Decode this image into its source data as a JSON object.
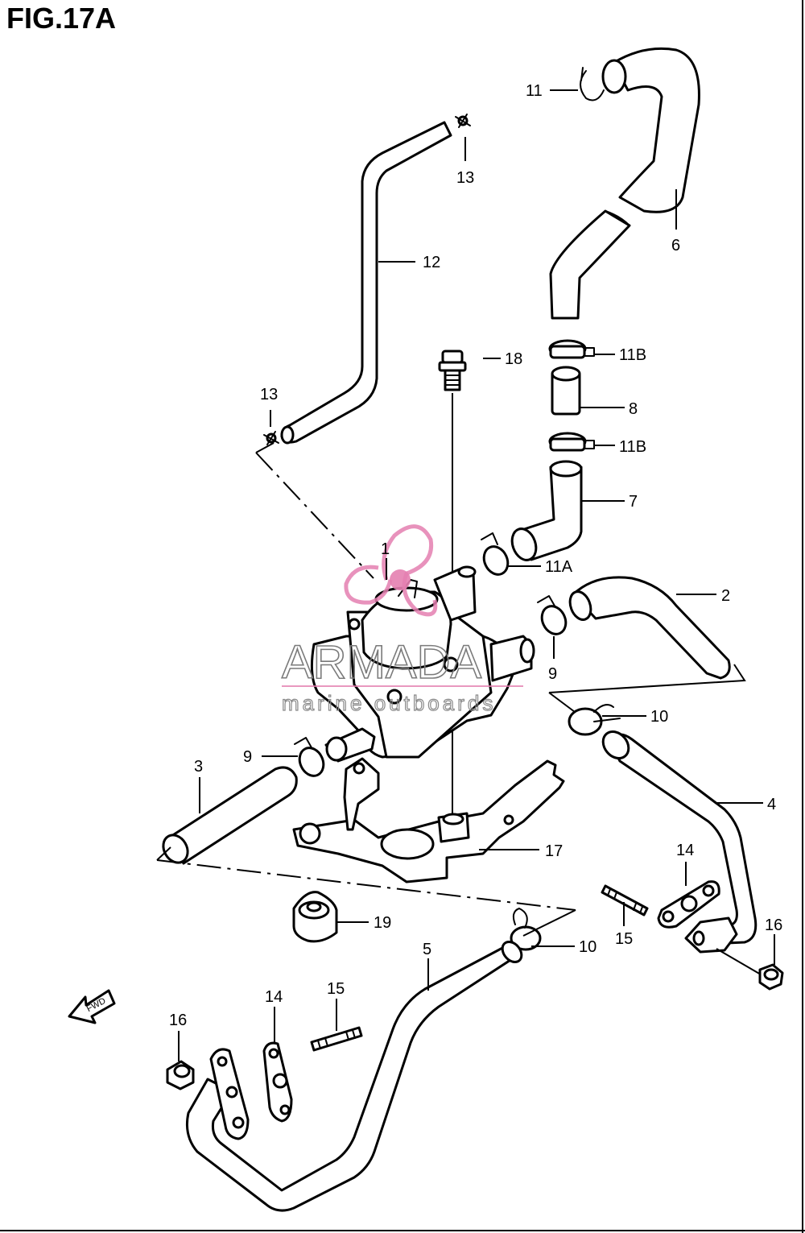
{
  "title": "FIG.17A",
  "watermark": {
    "brand": "ARMADA",
    "tagline": "marine outboards",
    "color": "#e47fb0"
  },
  "arrow_label": "FWD",
  "labels": {
    "l1": "1",
    "l2": "2",
    "l3": "3",
    "l4": "4",
    "l5": "5",
    "l6": "6",
    "l7": "7",
    "l8": "8",
    "l9a": "9",
    "l9b": "9",
    "l10a": "10",
    "l10b": "10",
    "l11": "11",
    "l11A": "11A",
    "l11Ba": "11B",
    "l11Bb": "11B",
    "l12": "12",
    "l13a": "13",
    "l13b": "13",
    "l14a": "14",
    "l14b": "14",
    "l15a": "15",
    "l15b": "15",
    "l16a": "16",
    "l16b": "16",
    "l17": "17",
    "l18": "18",
    "l19": "19"
  }
}
